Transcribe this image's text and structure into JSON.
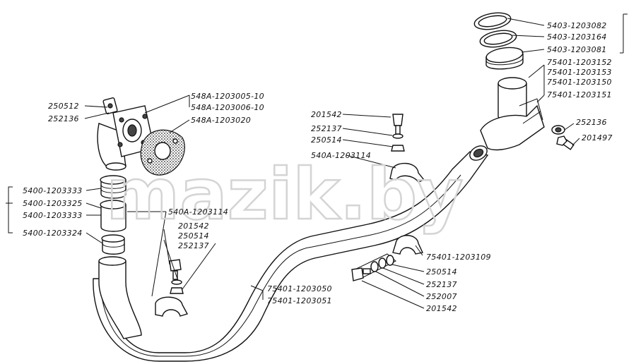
{
  "watermark": "mazik.by",
  "callouts": [
    {
      "id": "c1",
      "text": "5403-1203082"
    },
    {
      "id": "c2",
      "text": "5403-1203164"
    },
    {
      "id": "c3",
      "text": "5403-1203081"
    },
    {
      "id": "c4",
      "text": "75401-1203152"
    },
    {
      "id": "c5",
      "text": "75401-1203153"
    },
    {
      "id": "c6",
      "text": "75401-1203150"
    },
    {
      "id": "c7",
      "text": "75401-1203151"
    },
    {
      "id": "c8",
      "text": "252136"
    },
    {
      "id": "c9",
      "text": "201497"
    },
    {
      "id": "c10",
      "text": "548A-1203005-10"
    },
    {
      "id": "c11",
      "text": "548A-1203006-10"
    },
    {
      "id": "c12",
      "text": "548A-1203020"
    },
    {
      "id": "c13",
      "text": "250512"
    },
    {
      "id": "c14",
      "text": "252136"
    },
    {
      "id": "c15",
      "text": "201542"
    },
    {
      "id": "c16",
      "text": "252137"
    },
    {
      "id": "c17",
      "text": "250514"
    },
    {
      "id": "c18",
      "text": "540A-1203114"
    },
    {
      "id": "c19",
      "text": "5400-1203333"
    },
    {
      "id": "c20",
      "text": "5400-1203325"
    },
    {
      "id": "c21",
      "text": "5400-1203333"
    },
    {
      "id": "c22",
      "text": "5400-1203324"
    },
    {
      "id": "c23",
      "text": "540A-1203114"
    },
    {
      "id": "c24",
      "text": "201542"
    },
    {
      "id": "c25",
      "text": "250514"
    },
    {
      "id": "c26",
      "text": "252137"
    },
    {
      "id": "c27",
      "text": "75401-1203050"
    },
    {
      "id": "c28",
      "text": "75401-1203051"
    },
    {
      "id": "c29",
      "text": "75401-1203109"
    },
    {
      "id": "c30",
      "text": "250514"
    },
    {
      "id": "c31",
      "text": "252137"
    },
    {
      "id": "c32",
      "text": "252007"
    },
    {
      "id": "c33",
      "text": "201542"
    }
  ]
}
